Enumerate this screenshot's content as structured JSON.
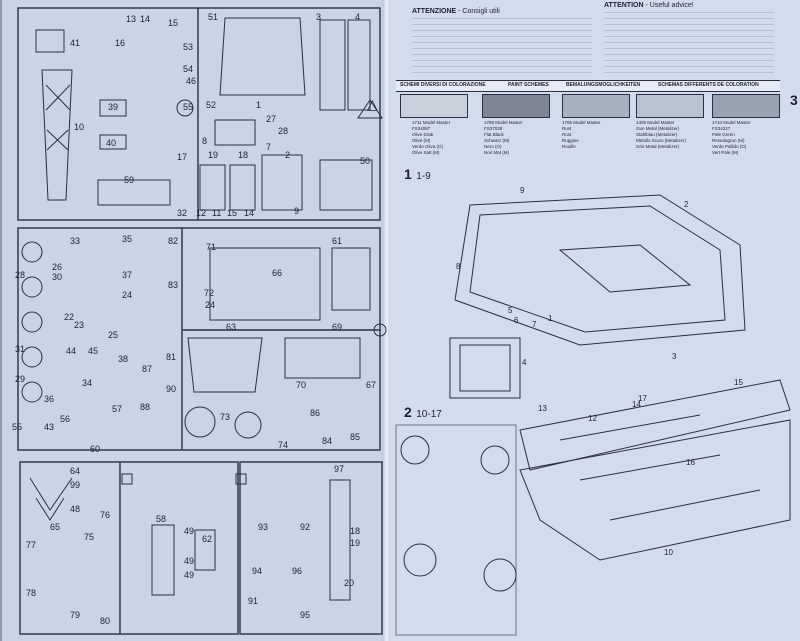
{
  "left_page": {
    "sprue_a_labels": [
      "41",
      "10",
      "13",
      "14",
      "15",
      "16",
      "53",
      "54",
      "46",
      "39",
      "55",
      "40",
      "17",
      "59",
      "32",
      "51",
      "52",
      "1",
      "3",
      "4",
      "27",
      "28",
      "8",
      "7",
      "18",
      "19",
      "2",
      "12",
      "11",
      "15",
      "14",
      "9",
      "50"
    ],
    "sprue_b_labels": [
      "33",
      "35",
      "82",
      "26",
      "28",
      "30",
      "37",
      "24",
      "71",
      "83",
      "66",
      "61",
      "22",
      "23",
      "72",
      "24",
      "31",
      "44",
      "45",
      "25",
      "38",
      "81",
      "63",
      "69",
      "29",
      "34",
      "87",
      "90",
      "36",
      "57",
      "70",
      "67",
      "43",
      "56",
      "55",
      "60",
      "88",
      "86",
      "73",
      "84",
      "85",
      "74"
    ],
    "sprue_c_labels": [
      "64",
      "99",
      "48",
      "76",
      "65",
      "77",
      "75",
      "78",
      "79",
      "80",
      "58",
      "49",
      "62",
      "49",
      "49",
      "93",
      "97",
      "92",
      "18",
      "19",
      "94",
      "96",
      "20",
      "91",
      "95"
    ]
  },
  "right_page": {
    "attention_it": {
      "title": "ATTENZIONE",
      "subtitle": "- Consigli utili"
    },
    "attention_en": {
      "title": "ATTENTION",
      "subtitle": "- Useful advice!"
    },
    "paint_bar": {
      "it": "SCHEMI DIVERSI DI COLORAZIONE",
      "en": "PAINT SCHEMES",
      "de": "BEMALUNGSMOGLICHKEITEN",
      "fr": "SCHEMAS DIFFERENTS DE COLORATION"
    },
    "swatches": [
      {
        "color": "#c8d0dc",
        "lines": [
          "1711 Model Master",
          "FS34087",
          "Olive Drab",
          "Olive (M)",
          "Verde Oliva (O)",
          "Olive Satt (M)"
        ]
      },
      {
        "color": "#7e8694",
        "lines": [
          "1789 Model Master",
          "FS37038",
          "Flat Black",
          "Schwarz (M)",
          "Nero (O)",
          "Noir Mat (M)"
        ]
      },
      {
        "color": "#a7b1c0",
        "lines": [
          "1785 Model Master",
          "Rust",
          "Rost",
          "Ruggine",
          "Rouille"
        ]
      },
      {
        "color": "#b9c2d0",
        "lines": [
          "1405 Model Master",
          "Gun Metal (Metalizer)",
          "Stahlblau (Metalizer)",
          "Metallo Scuro (Metalizer)",
          "Gris Metal (Metalizer)"
        ]
      },
      {
        "color": "#9aa3b2",
        "lines": [
          "1710 Model Master",
          "FS34227",
          "Pale Green",
          "Resedagrun (M)",
          "Verde Pallido (O)",
          "Vert Pale (M)"
        ]
      }
    ],
    "steps": [
      {
        "number": "1",
        "range": "1-9"
      },
      {
        "number": "2",
        "range": "10-17"
      }
    ],
    "step1_callouts": [
      "9",
      "2",
      "8",
      "7",
      "5",
      "6",
      "1",
      "3",
      "4",
      "13",
      "12"
    ],
    "step2_callouts": [
      "12",
      "14",
      "17",
      "15",
      "16",
      "10"
    ],
    "edge_mark": "3"
  },
  "markers": {
    "triangle": "△",
    "circle": "○",
    "square": "□"
  }
}
